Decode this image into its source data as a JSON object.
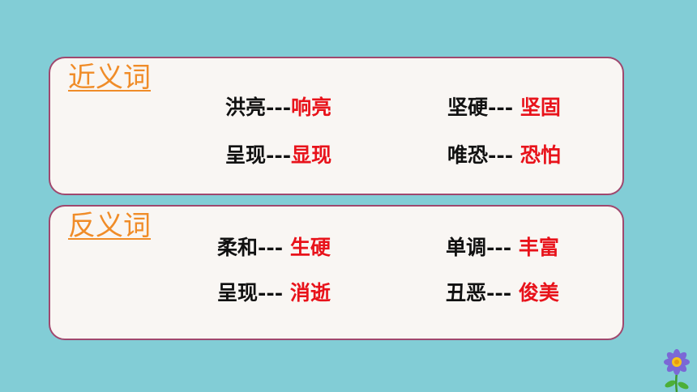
{
  "synonyms": {
    "heading": "近义词",
    "pairs": [
      {
        "word": "洪亮",
        "dash": "---",
        "answer": "响亮"
      },
      {
        "word": "坚硬",
        "dash": "--- ",
        "answer": "坚固"
      },
      {
        "word": "呈现",
        "dash": "---",
        "answer": "显现"
      },
      {
        "word": "唯恐",
        "dash": "--- ",
        "answer": "恐怕"
      }
    ]
  },
  "antonyms": {
    "heading": "反义词",
    "pairs": [
      {
        "word": "柔和",
        "dash": "--- ",
        "answer": "生硬"
      },
      {
        "word": "单调",
        "dash": "--- ",
        "answer": "丰富"
      },
      {
        "word": "呈现",
        "dash": "--- ",
        "answer": "消逝"
      },
      {
        "word": "丑恶",
        "dash": "--- ",
        "answer": "俊美"
      }
    ]
  },
  "colors": {
    "background": "#82cdd6",
    "card_border": "#a0486e",
    "heading": "#f08c28",
    "answer": "#e8121a"
  },
  "decorations": {
    "corner_icon": "flower-icon"
  }
}
